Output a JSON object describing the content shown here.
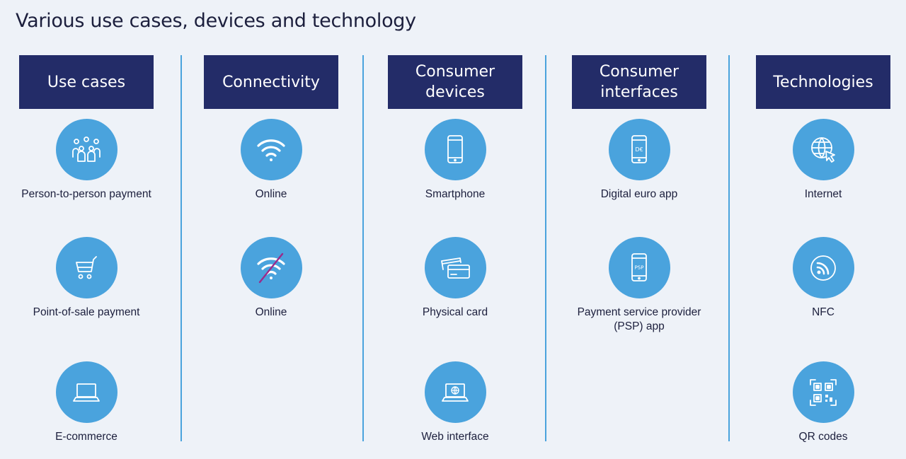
{
  "title": "Various use cases, devices and technology",
  "colors": {
    "header_bg": "#232c68",
    "circle": "#4aa3dd",
    "divider": "#4aa3dd",
    "strike": "#9b2a8a",
    "background": "#eef2f8"
  },
  "columns": [
    {
      "header": "Use cases",
      "items": [
        {
          "label": "Person-to-person payment",
          "icon": "people-group-icon"
        },
        {
          "label": "Point-of-sale payment",
          "icon": "shopping-cart-icon"
        },
        {
          "label": "E-commerce",
          "icon": "laptop-icon"
        }
      ]
    },
    {
      "header": "Connectivity",
      "items": [
        {
          "label": "Online",
          "icon": "wifi-icon"
        },
        {
          "label": "Online",
          "icon": "wifi-off-icon"
        }
      ]
    },
    {
      "header": "Consumer devices",
      "items": [
        {
          "label": "Smartphone",
          "icon": "smartphone-icon"
        },
        {
          "label": "Physical card",
          "icon": "cards-icon"
        },
        {
          "label": "Web interface",
          "icon": "laptop-globe-icon"
        }
      ]
    },
    {
      "header": "Consumer interfaces",
      "items": [
        {
          "label": "Digital euro app",
          "icon": "phone-digital-euro-icon",
          "icon_text": "D€"
        },
        {
          "label": "Payment service provider (PSP) app",
          "icon": "phone-psp-icon",
          "icon_text": "PSP"
        }
      ]
    },
    {
      "header": "Technologies",
      "items": [
        {
          "label": "Internet",
          "icon": "globe-cursor-icon"
        },
        {
          "label": "NFC",
          "icon": "nfc-icon"
        },
        {
          "label": "QR codes",
          "icon": "qr-code-icon"
        }
      ]
    }
  ]
}
